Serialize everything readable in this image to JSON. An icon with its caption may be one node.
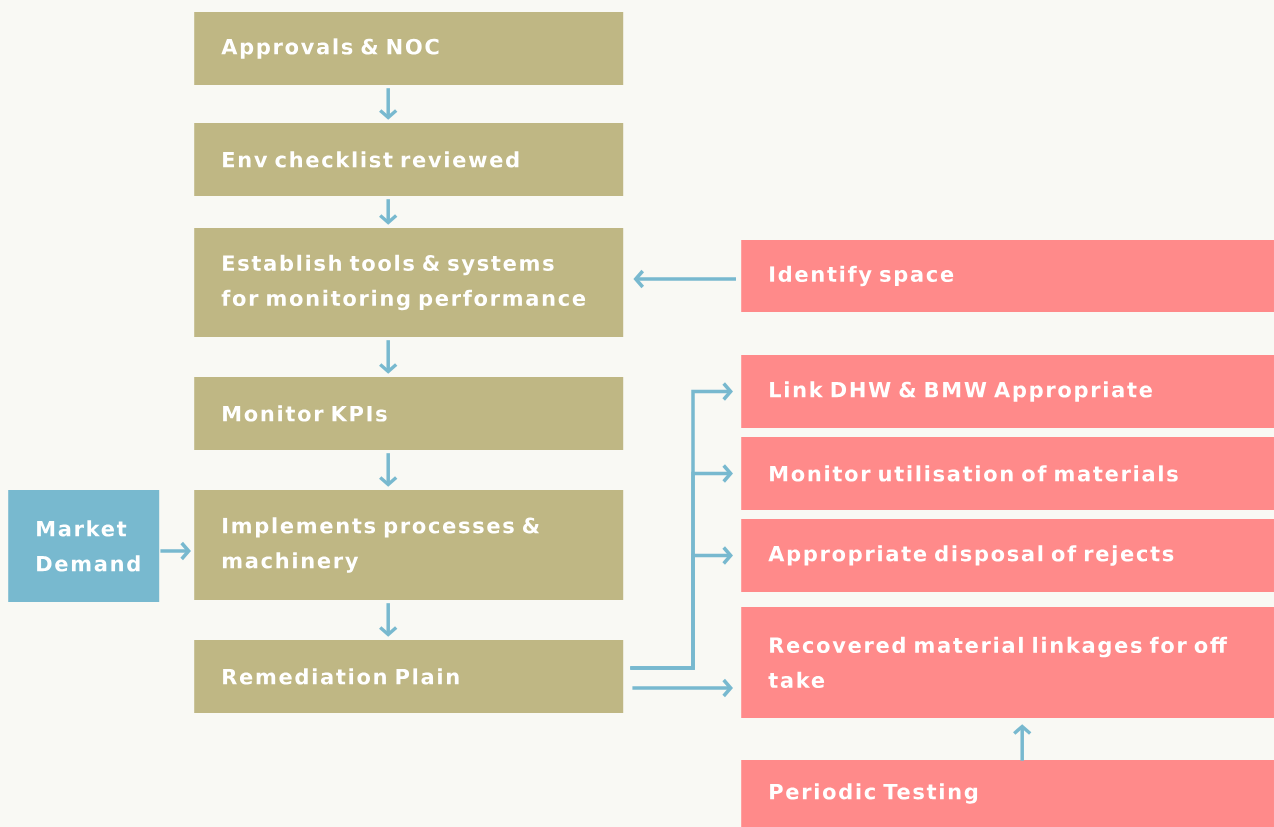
{
  "diagram": {
    "nodes": [
      {
        "text": [
          "Approvals & NOC"
        ]
      },
      {
        "text": [
          "Env checklist reviewed"
        ]
      },
      {
        "text": [
          "Establish tools & systems for monitoring performance"
        ]
      },
      {
        "text": [
          "Monitor KPIs"
        ]
      },
      {
        "text": [
          "Market Demand"
        ]
      },
      {
        "text": [
          "Implements processes & machinery"
        ]
      },
      {
        "text": [
          "Remediation Plain"
        ]
      },
      {
        "text": [
          "Identify space"
        ]
      },
      {
        "text": [
          "Link DHW & BMW Appropriate"
        ]
      },
      {
        "text": [
          "Monitor utilisation of materials"
        ]
      },
      {
        "text": [
          "Appropriate disposal of rejects"
        ]
      },
      {
        "text": [
          "Recovered material linkages for off take"
        ]
      },
      {
        "text": [
          "Periodic Testing"
        ]
      }
    ],
    "edges": [
      {
        "from": 0,
        "to": 1,
        "arrow": "to"
      },
      {
        "from": 1,
        "to": 2,
        "arrow": "to"
      },
      {
        "from": 2,
        "to": 3,
        "arrow": "to"
      },
      {
        "from": 3,
        "to": 5,
        "arrow": "to"
      },
      {
        "from": 4,
        "to": 5,
        "arrow": "to"
      },
      {
        "from": 5,
        "to": 6,
        "arrow": "to"
      },
      {
        "from": 7,
        "to": 2,
        "arrow": "to"
      },
      {
        "from": 6,
        "to": 8,
        "arrow": "to"
      },
      {
        "from": 6,
        "to": 9,
        "arrow": "to"
      },
      {
        "from": 6,
        "to": 10,
        "arrow": "to"
      },
      {
        "from": 6,
        "to": 11,
        "arrow": "to"
      },
      {
        "from": 12,
        "to": 11,
        "arrow": "to"
      }
    ]
  }
}
